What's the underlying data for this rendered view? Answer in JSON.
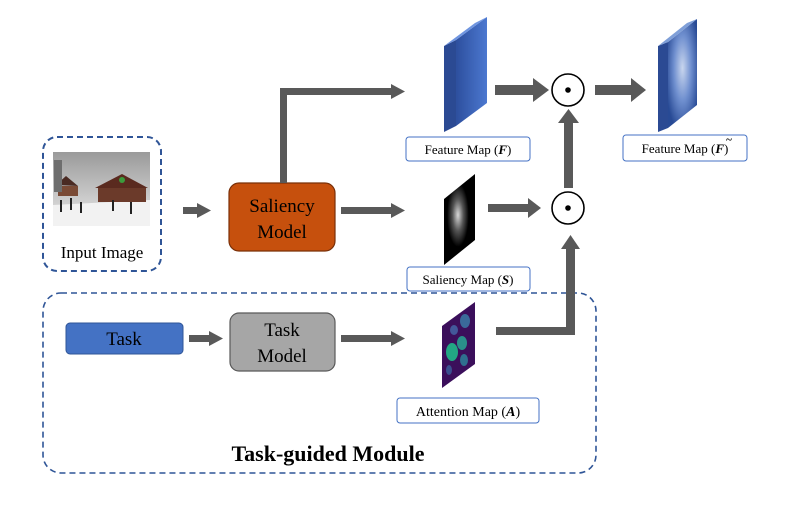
{
  "input_image": {
    "label": "Input Image"
  },
  "saliency_model": {
    "line1": "Saliency",
    "line2": "Model"
  },
  "task": {
    "label": "Task"
  },
  "task_model": {
    "line1": "Task",
    "line2": "Model"
  },
  "feature_map": {
    "label": "Feature Map (",
    "symbol": "F",
    "close": ")"
  },
  "saliency_map": {
    "label": "Saliency Map (",
    "symbol": "S",
    "close": ")"
  },
  "attention_map": {
    "label": "Attention Map (",
    "symbol": "A",
    "close": ")"
  },
  "output_feature_map": {
    "label": "Feature Map (",
    "symbol": "F",
    "tilde": "~",
    "close": ")"
  },
  "operators": {
    "symbol": "⊙"
  },
  "module": {
    "title": "Task-guided Module"
  },
  "colors": {
    "saliency_model_fill": "#c6500d",
    "task_fill": "#4472c4",
    "task_model_fill": "#a6a6a6",
    "dashed_border": "#2f5597",
    "arrow": "#595959",
    "feature_map": "#3a5fb0"
  }
}
